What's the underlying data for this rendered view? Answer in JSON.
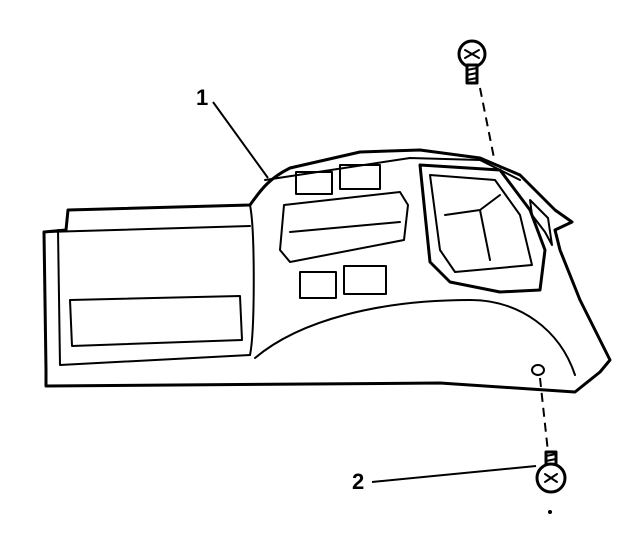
{
  "callouts": [
    {
      "number": "1",
      "part": "console-trim-panel"
    },
    {
      "number": "2",
      "part": "screw"
    }
  ],
  "icons": [
    "screw-icon",
    "screw-icon"
  ]
}
